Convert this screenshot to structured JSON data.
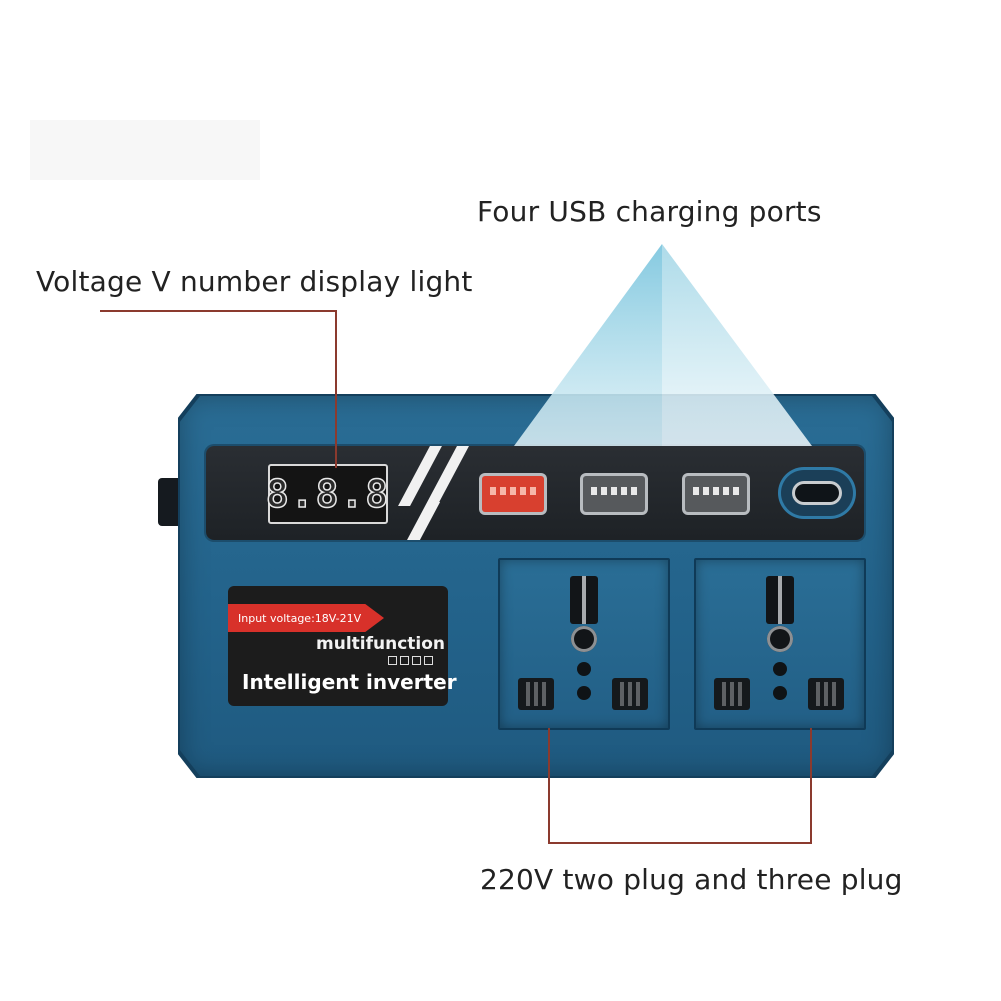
{
  "callouts": {
    "voltage_display": "Voltage V number display light",
    "usb_ports": "Four USB charging ports",
    "sockets": "220V two plug and three plug"
  },
  "device": {
    "display_reading": "8.8.8",
    "label": {
      "input_voltage": "Input voltage:18V-21V",
      "line1": "multifunction",
      "line2": "Intelligent inverter"
    }
  },
  "colors": {
    "housing": "#23638b",
    "strip": "#222629",
    "qc_port": "#d8402f",
    "leader_line": "#8b3a2e",
    "highlight": "#7fc7df"
  },
  "icons": [
    "switch-icon",
    "led-display-icon",
    "usb-port-icon",
    "usb-c-port-icon",
    "universal-socket-icon"
  ]
}
